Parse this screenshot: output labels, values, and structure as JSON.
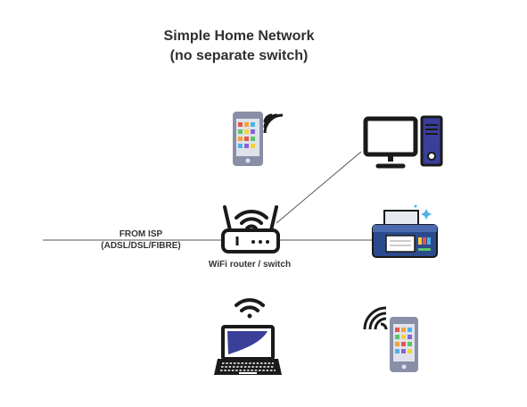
{
  "diagram": {
    "title_line1": "Simple Home Network",
    "title_line2": "(no separate switch)",
    "isp_label_line1": "FROM ISP",
    "isp_label_line2": "(ADSL/DSL/FIBRE)",
    "router_label": "WiFi router / switch",
    "colors": {
      "accent_blue": "#3a3f9a",
      "outline": "#1a1a1a",
      "line": "#555555",
      "phone_body": "#8a8fa8",
      "printer_blue": "#2b4a8c"
    },
    "nodes": [
      "smartphone-icon",
      "desktop-computer-icon",
      "printer-icon",
      "laptop-icon",
      "smartphone-icon",
      "wifi-router-icon"
    ]
  }
}
